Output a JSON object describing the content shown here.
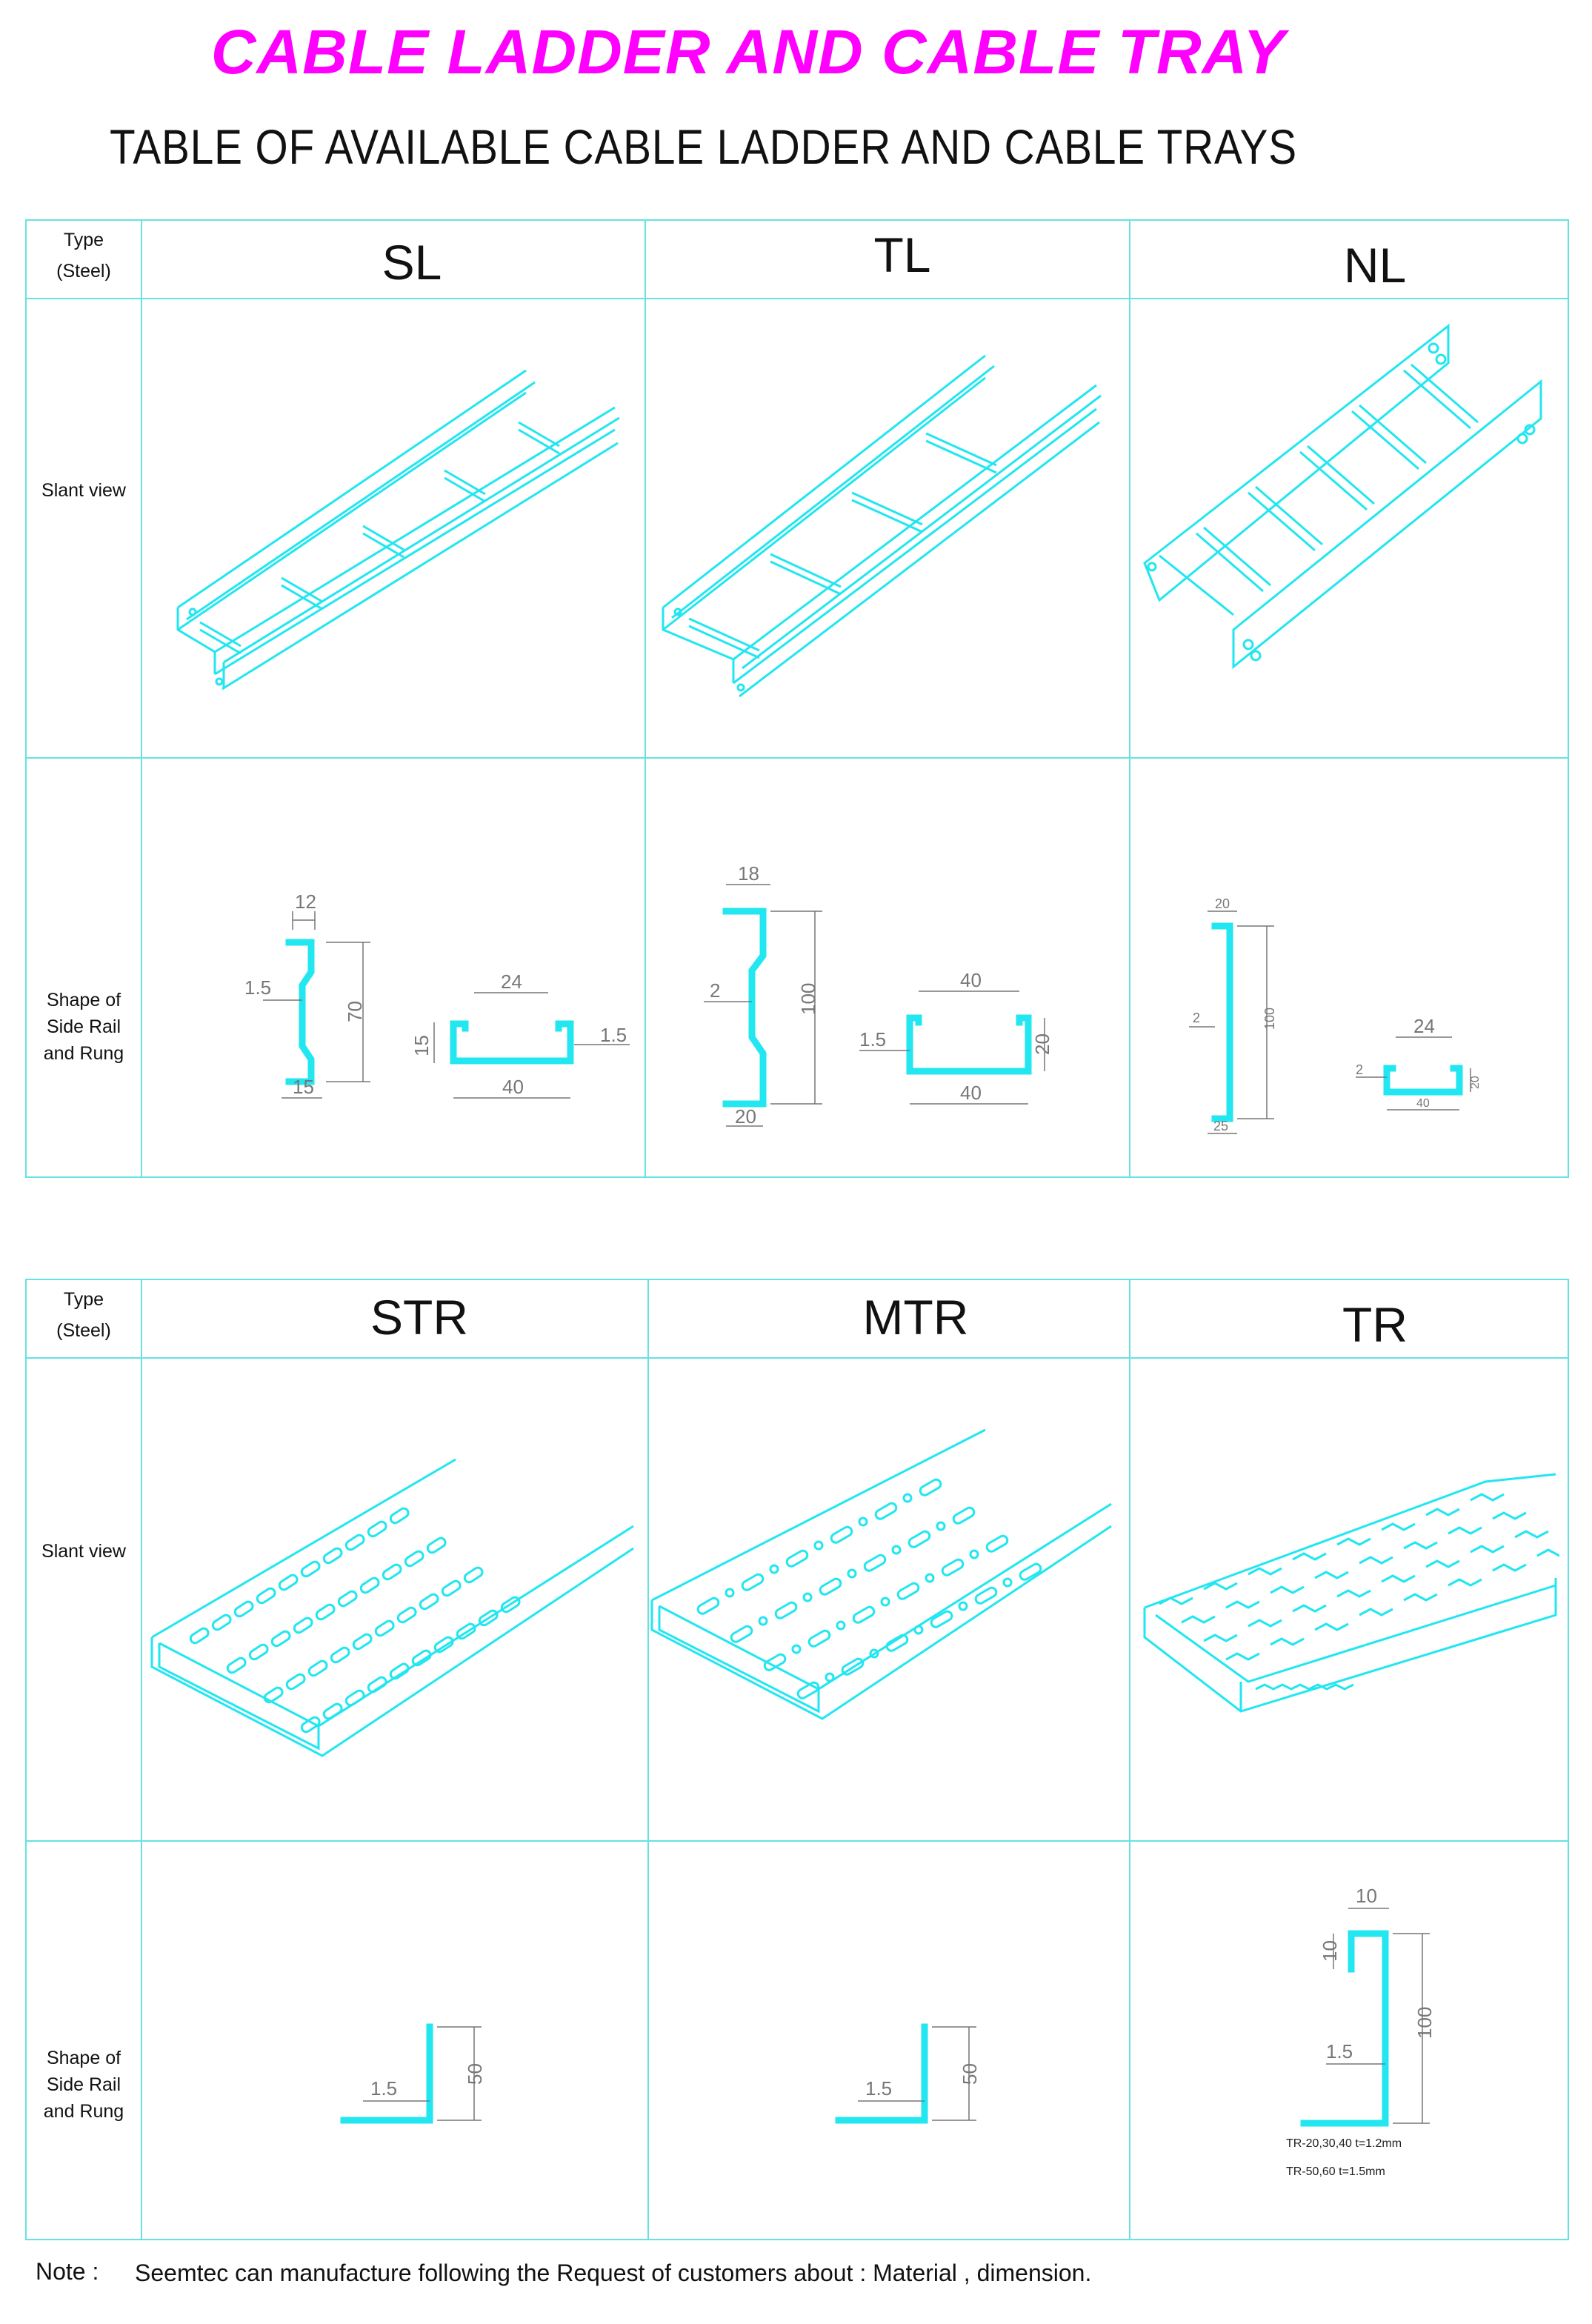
{
  "title": "CABLE LADDER AND CABLE TRAY",
  "subtitle": "TABLE OF AVAILABLE CABLE LADDER AND CABLE TRAYS",
  "labels": {
    "type": "Type",
    "steel": "(Steel)",
    "slant_view": "Slant view",
    "shape_line1": "Shape of",
    "shape_line2": "Side Rail",
    "shape_line3": "and Rung"
  },
  "table1": {
    "types": [
      "SL",
      "TL",
      "NL"
    ]
  },
  "table2": {
    "types": [
      "STR",
      "MTR",
      "TR"
    ]
  },
  "dims": {
    "sl": [
      "12",
      "1.5",
      "70",
      "15",
      "24",
      "15",
      "1.5",
      "40"
    ],
    "tl": [
      "18",
      "2",
      "100",
      "20",
      "40",
      "1.5",
      "20",
      "40"
    ],
    "nl": [
      "20",
      "2",
      "100",
      "25",
      "24",
      "2",
      "20",
      "40"
    ],
    "str": [
      "1.5",
      "50"
    ],
    "mtr": [
      "1.5",
      "50"
    ],
    "tr": [
      "10",
      "10",
      "1.5",
      "100"
    ]
  },
  "tr_notes": [
    "TR-20,30,40 t=1.2mm",
    "TR-50,60 t=1.5mm"
  ],
  "note": {
    "label": "Note :",
    "text": "Seemtec can manufacture following the Request of customers about : Material , dimension."
  },
  "colors": {
    "title": "#ff00ff",
    "lines": "#66e2e2",
    "drawing": "#22e6f0"
  }
}
